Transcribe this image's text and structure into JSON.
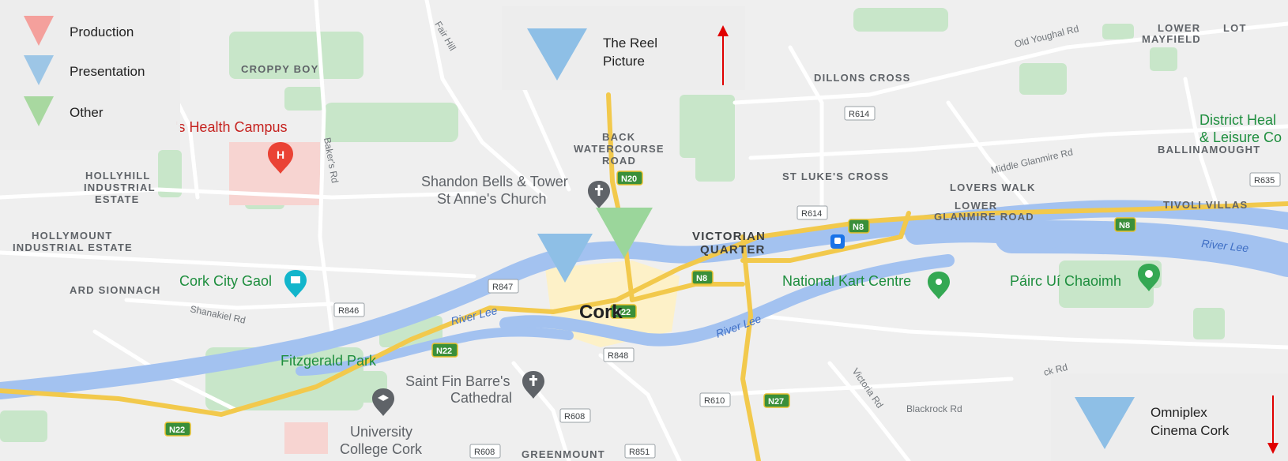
{
  "legend": {
    "items": [
      {
        "label": "Production",
        "color": "#f4a09c"
      },
      {
        "label": "Presentation",
        "color": "#9dc6e6"
      },
      {
        "label": "Other",
        "color": "#a8d8a0"
      }
    ]
  },
  "callouts": {
    "reel": {
      "name": "The Reel Picture",
      "line1": "The Reel",
      "line2": "Picture",
      "arrow": "up"
    },
    "omniplex": {
      "name": "Omniplex Cinema Cork",
      "line1": "Omniplex",
      "line2": "Cinema Cork",
      "arrow": "down"
    }
  },
  "map_labels": {
    "city": "Cork",
    "areas": [
      "CROPPY BOY",
      "DILLONS CROSS",
      "LOWER",
      "MAYFIELD",
      "LOT",
      "BACK",
      "WATERCOURSE",
      "ROAD",
      "ST LUKE'S CROSS",
      "LOVERS WALK",
      "BALLINAMOUGHT",
      "HOLLYHILL",
      "INDUSTRIAL",
      "ESTATE",
      "TIVOLI VILLAS",
      "HOLLYMOUNT",
      "INDUSTRIAL ESTATE",
      "VICTORIAN",
      "QUARTER",
      "ARD SIONNACH",
      "GREENMOUNT",
      "GLANMIRE ROAD"
    ],
    "pois": [
      "'s Health Campus",
      "Shandon Bells & Tower",
      "St Anne's Church",
      "Cork City Gaol",
      "National Kart Centre",
      "Páirc Uí Chaoimh",
      "Fitzgerald Park",
      "Saint Fin Barre's",
      "Cathedral",
      "University",
      "College Cork",
      "District Heal",
      "& Leisure Co"
    ],
    "streets": [
      "Fair Hill",
      "Old Youghal Rd",
      "Baker's Rd",
      "Middle Glanmire Rd",
      "Shanakiel Rd",
      "Victoria Rd",
      "Blackrock Rd",
      "ck Rd"
    ],
    "water": [
      "River Lee",
      "River Lee",
      "River Lee"
    ],
    "shields": [
      "N20",
      "N8",
      "N8",
      "N8",
      "N22",
      "N22",
      "N22",
      "N27",
      "R614",
      "R614",
      "R635",
      "R847",
      "R846",
      "R848",
      "R610",
      "R608",
      "R608",
      "R851"
    ]
  },
  "markers": [
    {
      "category": "Presentation",
      "color": "#8ebfe6"
    },
    {
      "category": "Other",
      "color": "#9bd69b"
    }
  ],
  "colors": {
    "map_bg": "#eeeeee",
    "river": "#a3c2f0",
    "road_major": "#f2c94c",
    "park": "#c7e8c7",
    "arrow": "#e00000"
  }
}
